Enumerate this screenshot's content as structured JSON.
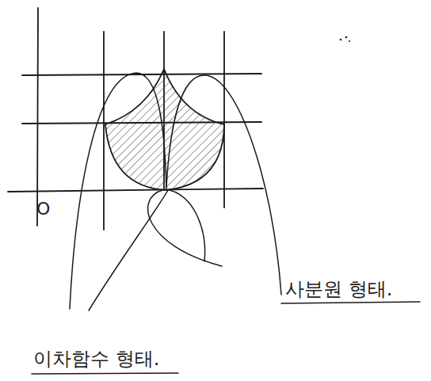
{
  "diagram": {
    "labels": [
      "O",
      "사분원 형태.",
      "이차함수 형태."
    ]
  }
}
